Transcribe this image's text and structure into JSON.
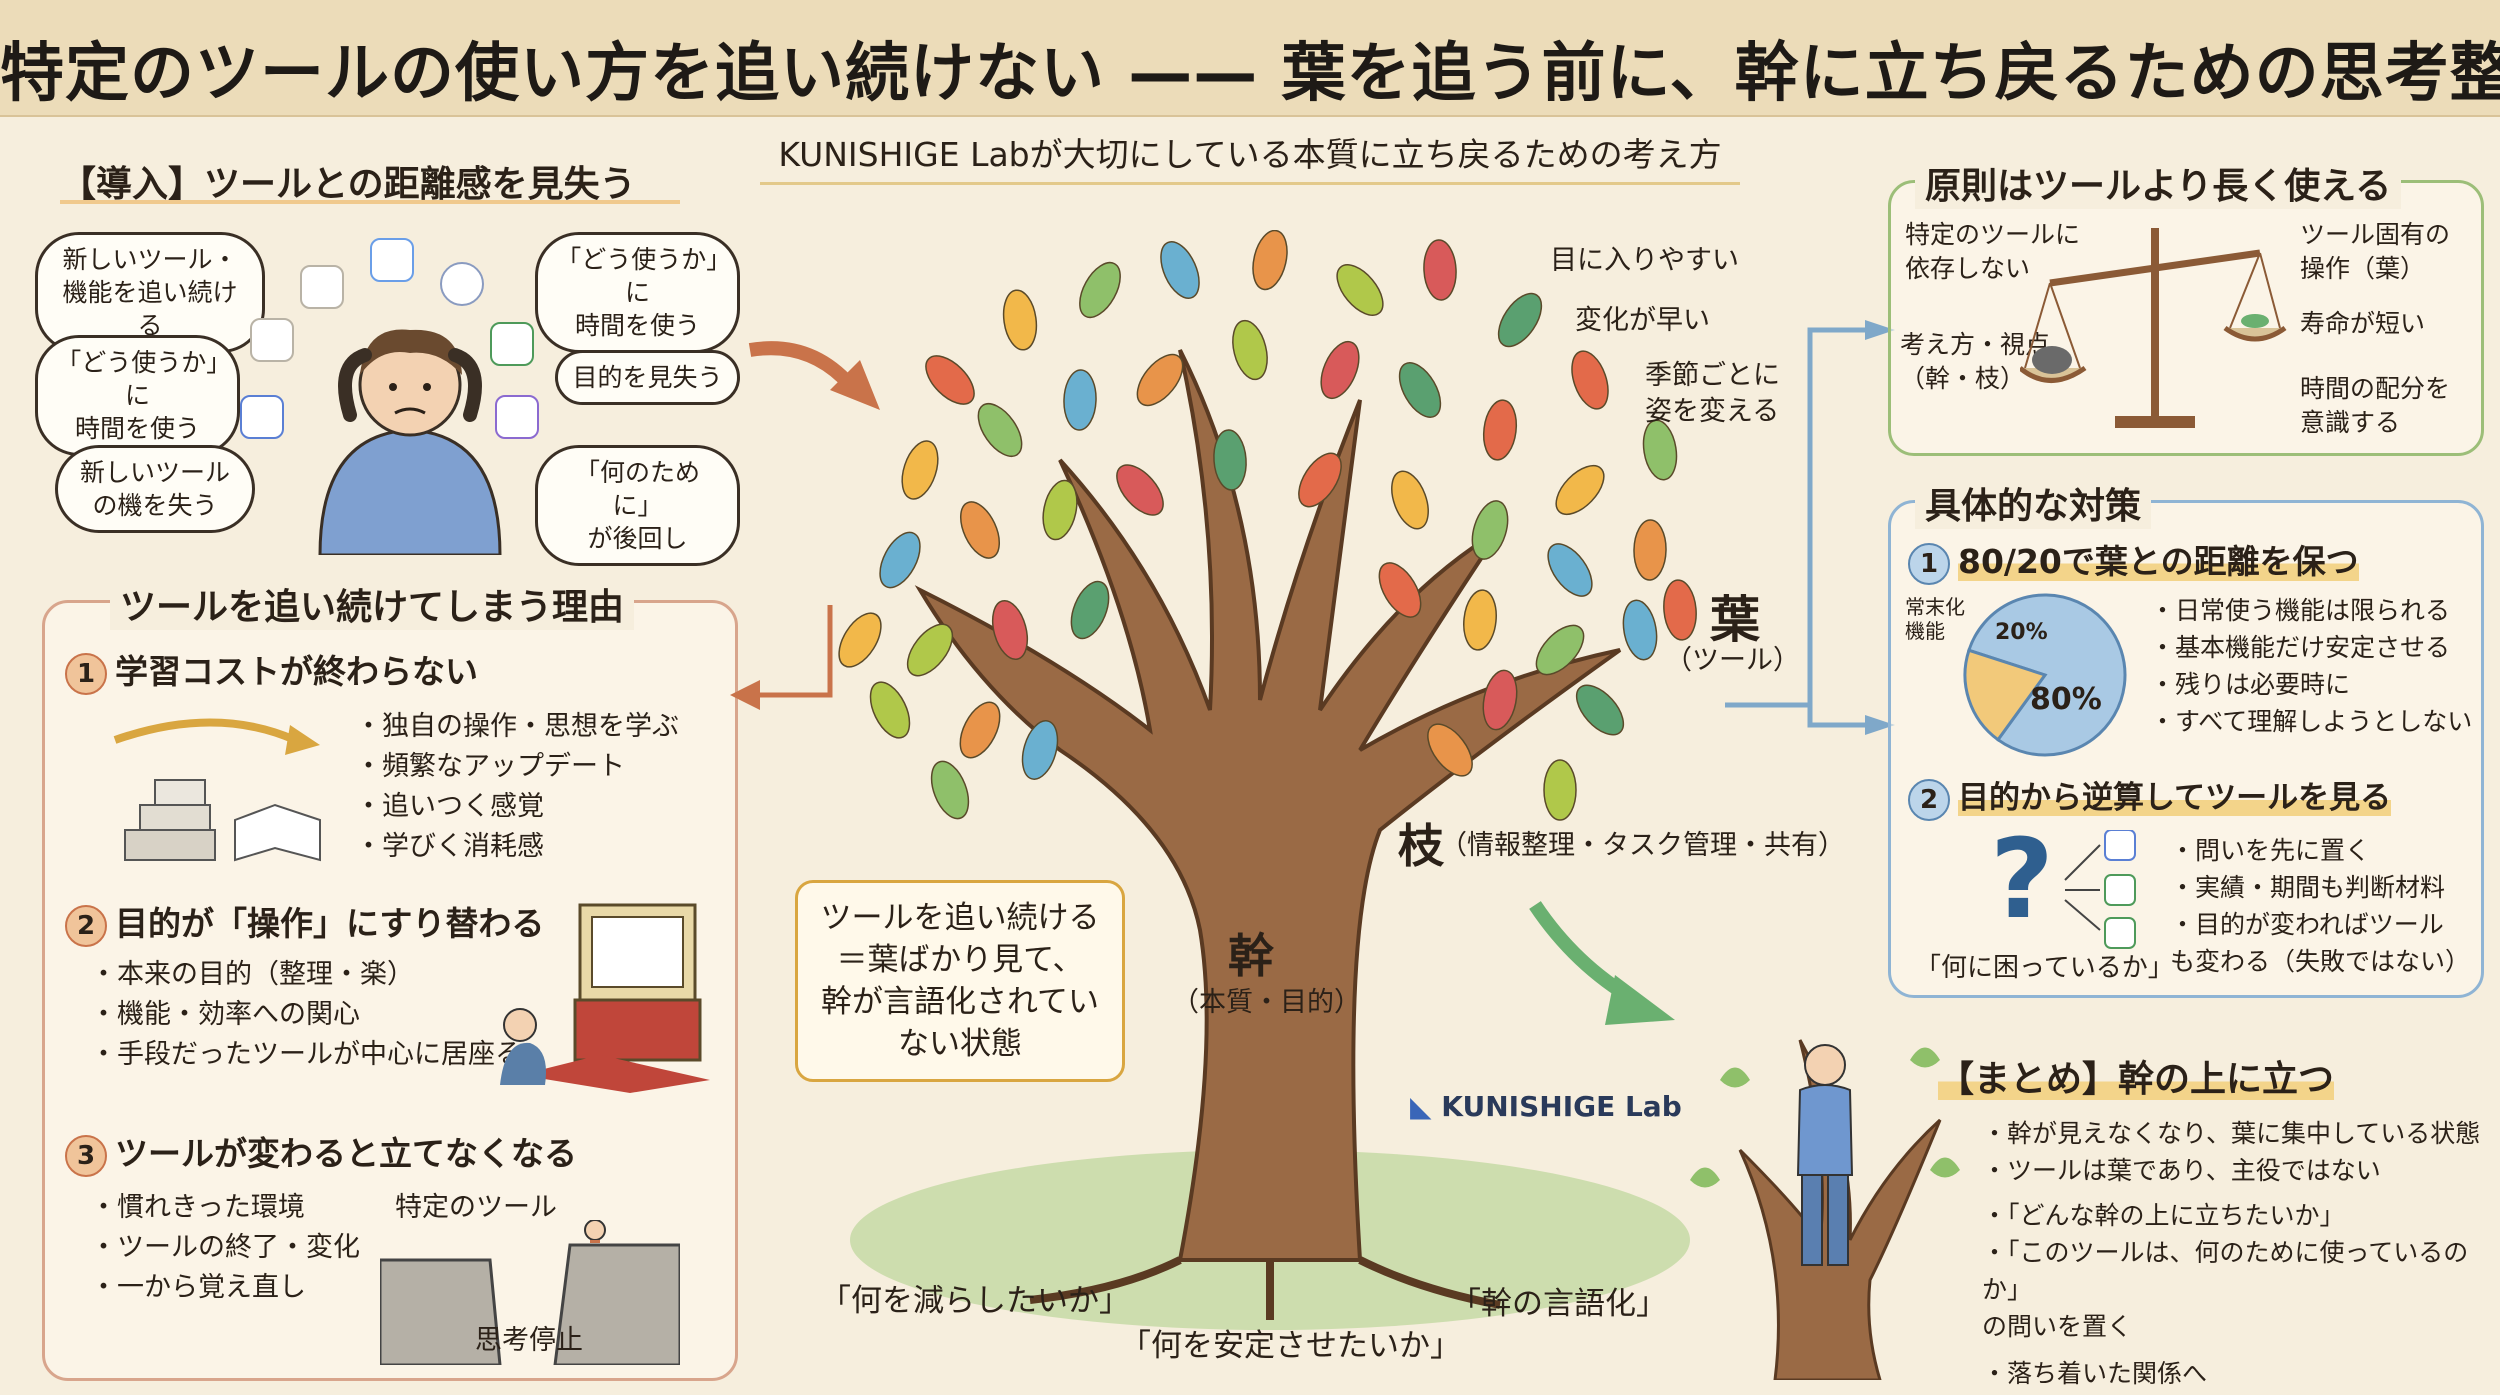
{
  "title": "特定のツールの使い方を追い続けない —— 葉を追う前に、幹に立ち戻るための思考整理",
  "subtitle": "KUNISHIGE Labが大切にしている本質に立ち戻るための考え方",
  "intro": {
    "heading": "【導入】ツールとの距離感を見失う",
    "bubbles": [
      "新しいツール・\n機能を追い続ける",
      "「どう使うか」に\n時間を使う",
      "「どう使うか」に\n時間を使う",
      "目的を見失う",
      "新しいツール\nの機を失う",
      "「何のために」\nが後回し"
    ]
  },
  "reasons": {
    "heading": "ツールを追い続けてしまう理由",
    "items": [
      {
        "num": "1",
        "title": "学習コストが終わらない",
        "points": [
          "独自の操作・思想を学ぶ",
          "頻繁なアップデート",
          "追いつく感覚",
          "学びく消耗感"
        ]
      },
      {
        "num": "2",
        "title": "目的が「操作」にすり替わる",
        "points": [
          "本来の目的（整理・楽）",
          "機能・効率への関心",
          "手段だったツールが中心に居座る"
        ]
      },
      {
        "num": "3",
        "title": "ツールが変わると立てなくなる",
        "points": [
          "慣れきった環境",
          "ツールの終了・変化",
          "一から覚え直し"
        ],
        "cliff_label": "特定のツール",
        "stop_label": "思考停止"
      }
    ]
  },
  "tree": {
    "leaf_notes": [
      "目に入りやすい",
      "変化が早い",
      "季節ごとに\n姿を変える"
    ],
    "leaf_label": "葉",
    "leaf_sub": "（ツール）",
    "branch_label": "枝",
    "branch_sub": "（情報整理・タスク管理・共有）",
    "trunk_label": "幹",
    "trunk_sub": "（本質・目的）",
    "callout": "ツールを追い続ける\n＝葉ばかり見て、\n幹が言語化されてい\nない状態",
    "roots": [
      "「何を減らしたいか」",
      "「何を安定させたいか」",
      "「幹の言語化」"
    ],
    "logo": "KUNISHIGE Lab"
  },
  "principle": {
    "heading": "原則はツールより長く使える",
    "left_top": "特定のツールに\n依存しない",
    "left_bottom": "考え方・視点\n（幹・枝）",
    "right_top": "ツール固有の\n操作（葉）",
    "right_mid": "寿命が短い",
    "right_bottom": "時間の配分を\n意識する"
  },
  "measures": {
    "heading": "具体的な対策",
    "m1_num": "1",
    "m1_title": "80/20で葉との距離を保つ",
    "pie_label_small": "常末化\n機能",
    "pie_small": "20%",
    "pie_big": "80%",
    "m1_points": [
      "日常使う機能は限られる",
      "基本機能だけ安定させる",
      "残りは必要時に",
      "すべて理解しようとしない"
    ],
    "m2_num": "2",
    "m2_title": "目的から逆算してツールを見る",
    "question_caption": "「何に困っているか」",
    "m2_points": [
      "問いを先に置く",
      "実績・期間も判断材料",
      "目的が変わればツール\n も変わる（失敗ではない）"
    ]
  },
  "summary": {
    "heading": "【まとめ】幹の上に立つ",
    "points": [
      "幹が見えなくなり、葉に集中している状態",
      "ツールは葉であり、主役ではない",
      "「どんな幹の上に立ちたいか」",
      "「このツールは、何のために使っているのか」\n の問いを置く",
      "落ち着いた関係へ"
    ]
  },
  "chart_data": {
    "type": "pie",
    "values": [
      80,
      20
    ],
    "categories": [
      "80%",
      "20%"
    ]
  },
  "colors": {
    "accent_orange": "#c9734a",
    "accent_green": "#8fb26a",
    "accent_blue": "#7fa8c9",
    "trunk": "#8b5a36"
  }
}
